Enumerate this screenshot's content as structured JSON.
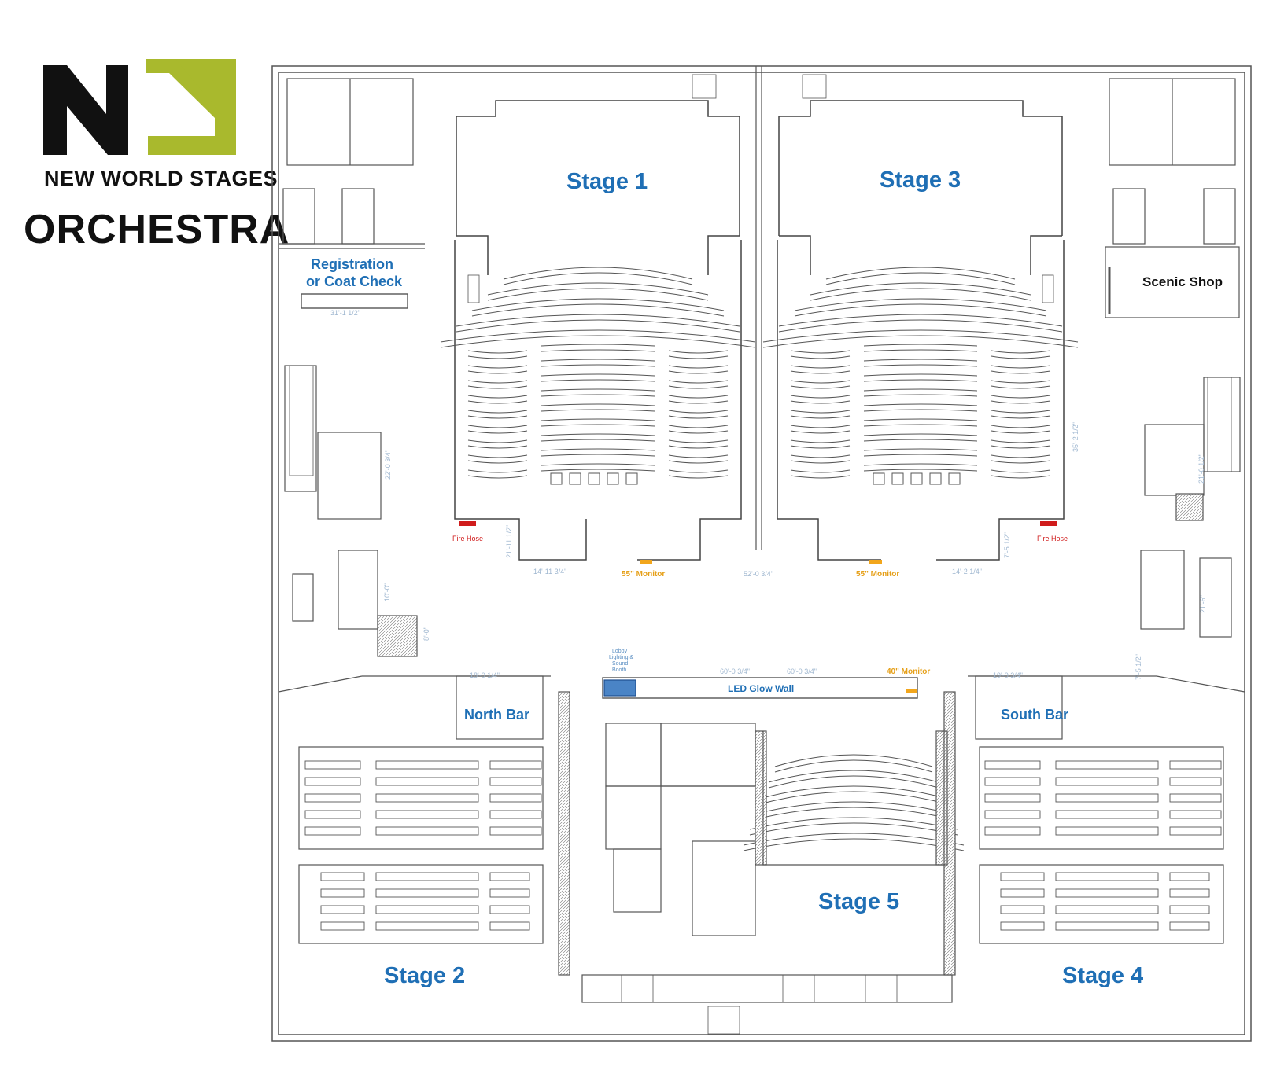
{
  "header": {
    "brand_name": "NEW WORLD STAGES",
    "level": "ORCHESTRA"
  },
  "colors": {
    "logo_black": "#111111",
    "logo_green": "#a9b92d",
    "label_blue": "#1f6fb5",
    "fire_hose_red": "#d01c1c",
    "monitor_yellow": "#f2a61c",
    "wall": "#555555"
  },
  "rooms": {
    "stage1": "Stage 1",
    "stage2": "Stage 2",
    "stage3": "Stage 3",
    "stage4": "Stage 4",
    "stage5": "Stage 5",
    "registration_line1": "Registration",
    "registration_line2": "or Coat Check",
    "scenic_shop": "Scenic Shop",
    "north_bar": "North Bar",
    "south_bar": "South Bar",
    "led_glow_wall": "LED Glow Wall"
  },
  "annotations": {
    "fire_hose_left": "Fire Hose",
    "fire_hose_right": "Fire Hose",
    "monitor_55_left": "55\" Monitor",
    "monitor_55_right": "55\" Monitor",
    "monitor_40": "40\" Monitor",
    "lobby_line1": "Lobby",
    "lobby_line2": "Lighting &",
    "lobby_line3": "Sound",
    "lobby_line4": "Booth"
  },
  "dimensions": {
    "d1": "31'-1 1/2\"",
    "d2": "60'-0 3/4\"",
    "d3": "22'-0 3/4\"",
    "d4": "35'-2 1/2\"",
    "d5": "21'-0 1/2\"",
    "d6": "10'-0\"",
    "d7": "8'-0\"",
    "d8": "14'-11 3/4\"",
    "d9": "52'-0 3/4\"",
    "d10": "14'-2 1/4\"",
    "d11": "18'-0 1/4\"",
    "d12": "60'-0 3/4\"",
    "d13": "19'-0 3/4\"",
    "d14": "21'-6\"",
    "d15": "7'-5 1/2\"",
    "d16": "21'-11 1/2\"",
    "d17": "7'-5 1/2\""
  }
}
